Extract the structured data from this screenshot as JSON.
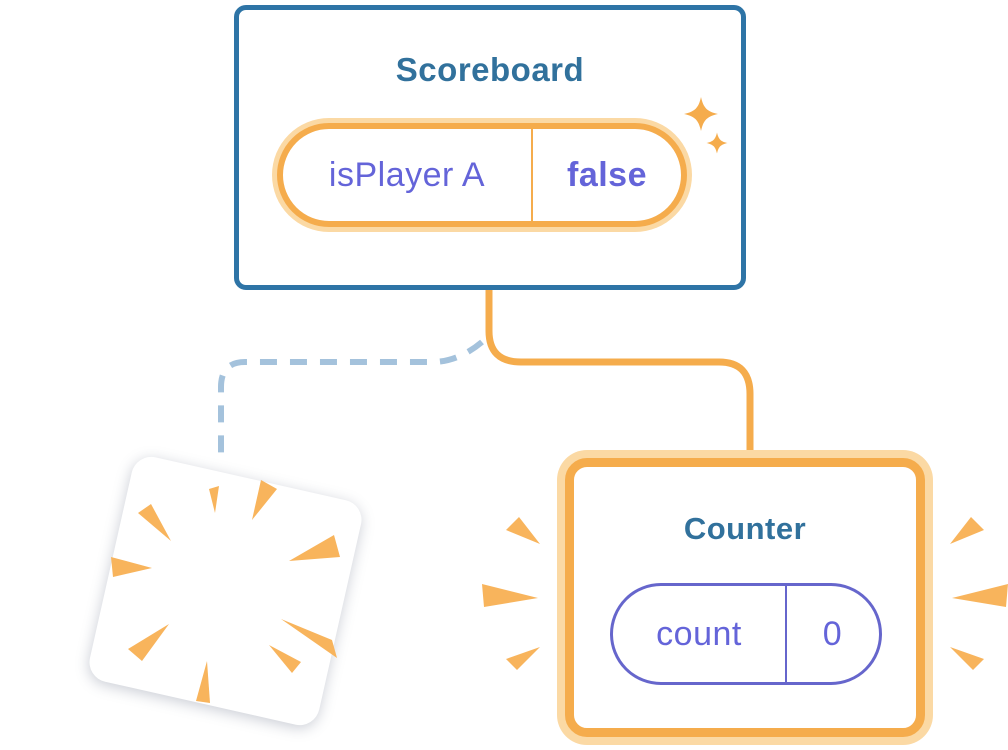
{
  "diagram_title": "Component state preservation diagram",
  "colors": {
    "blue_border": "#2E74A6",
    "title_blue": "#31719C",
    "purple": "#6464D9",
    "orange": "#F5AC4C",
    "orange_light": "#FBD9A4",
    "dashed_blue": "#A4C2DC",
    "burst_orange": "#F8B45C",
    "pill_purple_border": "#6666CC",
    "card_bg": "#FFFFFF"
  },
  "scoreboard": {
    "title": "Scoreboard",
    "state": {
      "name": "isPlayer A",
      "value": "false"
    }
  },
  "counter": {
    "title": "Counter",
    "state": {
      "name": "count",
      "value": "0"
    }
  },
  "connections": {
    "solid_to_counter": "solid orange elbow from Scoreboard to Counter",
    "dashed_to_removed": "dashed blue elbow from Scoreboard to removed component"
  },
  "decorations": {
    "sparkles": "two four-point sparkles beside state pill",
    "poof": "orange poof burst on removed tilted card",
    "bursts": "orange emphasis rays on both sides of Counter card"
  }
}
